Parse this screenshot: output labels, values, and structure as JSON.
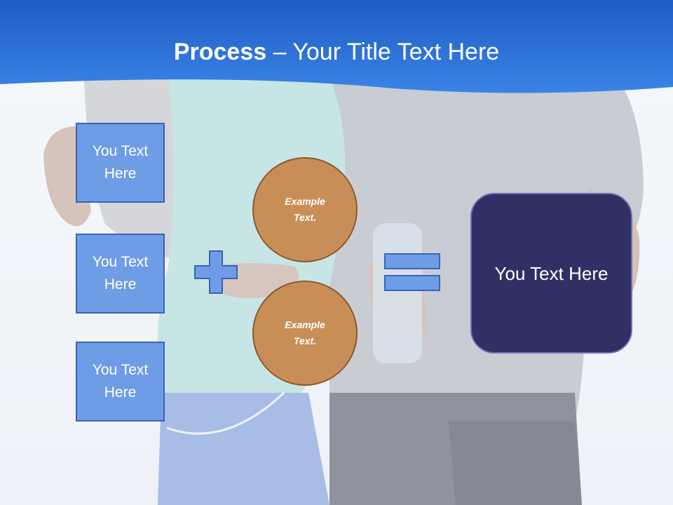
{
  "title": {
    "bold": "Process",
    "rest": " – Your Title Text Here"
  },
  "left_boxes": [
    {
      "label": "You Text Here"
    },
    {
      "label": "You Text Here"
    },
    {
      "label": "You Text Here"
    }
  ],
  "circles": [
    {
      "label": "Example Text."
    },
    {
      "label": "Example Text."
    }
  ],
  "result": {
    "label": "You Text Here"
  },
  "icons": {
    "plus": "plus-icon",
    "equals": "equals-icon"
  },
  "colors": {
    "header_blue": "#2f6fd6",
    "box_fill": "#6e9de5",
    "box_border": "#3a63b8",
    "circle_fill": "#c98e58",
    "result_fill": "#313065"
  }
}
